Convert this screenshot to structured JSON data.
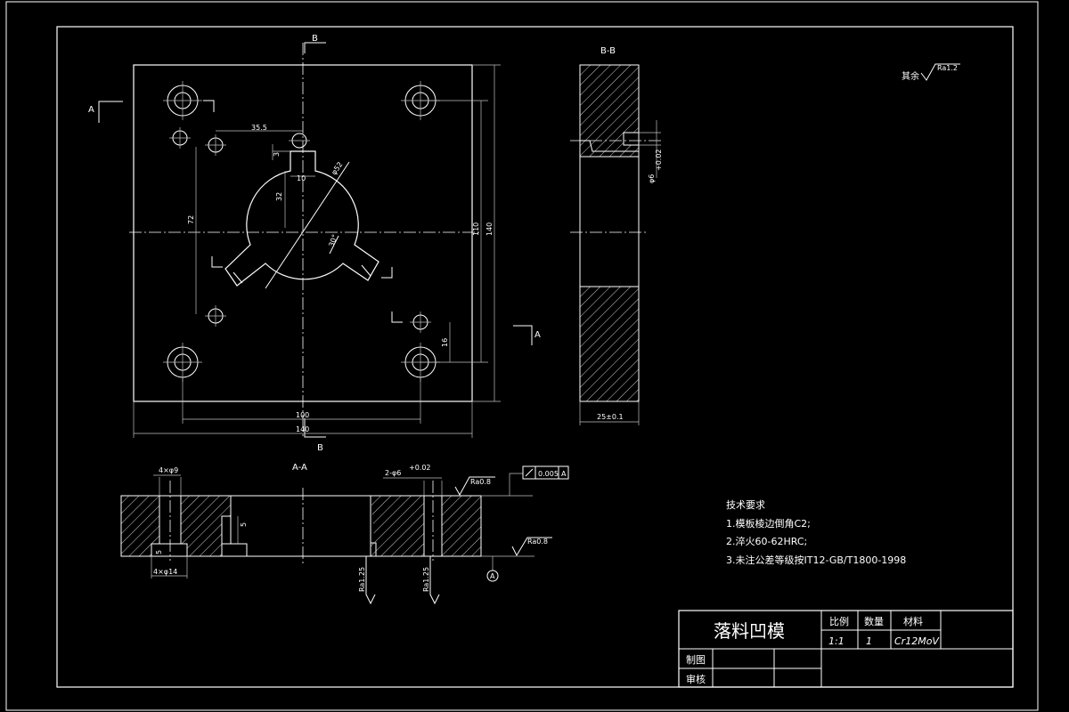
{
  "views": {
    "section_label_top": "B",
    "section_label_bottom": "B",
    "section_label_left": "A",
    "section_label_right": "A",
    "view_bb_title": "B-B",
    "view_aa_title": "A-A"
  },
  "surface_finish": {
    "general_prefix": "其余",
    "general_value": "Ra1.2",
    "aa_top": "Ra0.8",
    "aa_right": "Ra0.8",
    "aa_bottom_left": "Ra1.25",
    "aa_bottom_mid": "Ra1.25"
  },
  "dimensions": {
    "d35_5": "35.5",
    "d3": "3",
    "d10": "10",
    "d32": "32",
    "d72": "72",
    "phi52": "φ52",
    "r30": "30°",
    "d110": "110",
    "d140v": "140",
    "d16": "16",
    "d100": "100",
    "d140h": "140",
    "bb_thickness": "25±0.1",
    "bb_hole": "φ6",
    "bb_tol": "+0.02",
    "aa_holes_top": "4×φ9",
    "aa_holes_bottom": "4×φ14",
    "aa_pins": "2-φ6",
    "aa_pins_tol": "+0.02",
    "aa_depth": "5",
    "aa_depth2": "5",
    "flatness": "0.005",
    "datum": "A",
    "datum_bottom": "A"
  },
  "tech_requirements": {
    "heading": "技术要求",
    "items": [
      "1.模板棱边倒角C2;",
      "2.淬火60-62HRC;",
      "3.未注公差等级按IT12-GB/T1800-1998"
    ]
  },
  "title_block": {
    "part_name": "落料凹模",
    "scale_label": "比例",
    "qty_label": "数量",
    "material_label": "材料",
    "scale_value": "1:1",
    "qty_value": "1",
    "material_value": "Cr12MoV",
    "drawn_label": "制图",
    "checked_label": "审核"
  }
}
